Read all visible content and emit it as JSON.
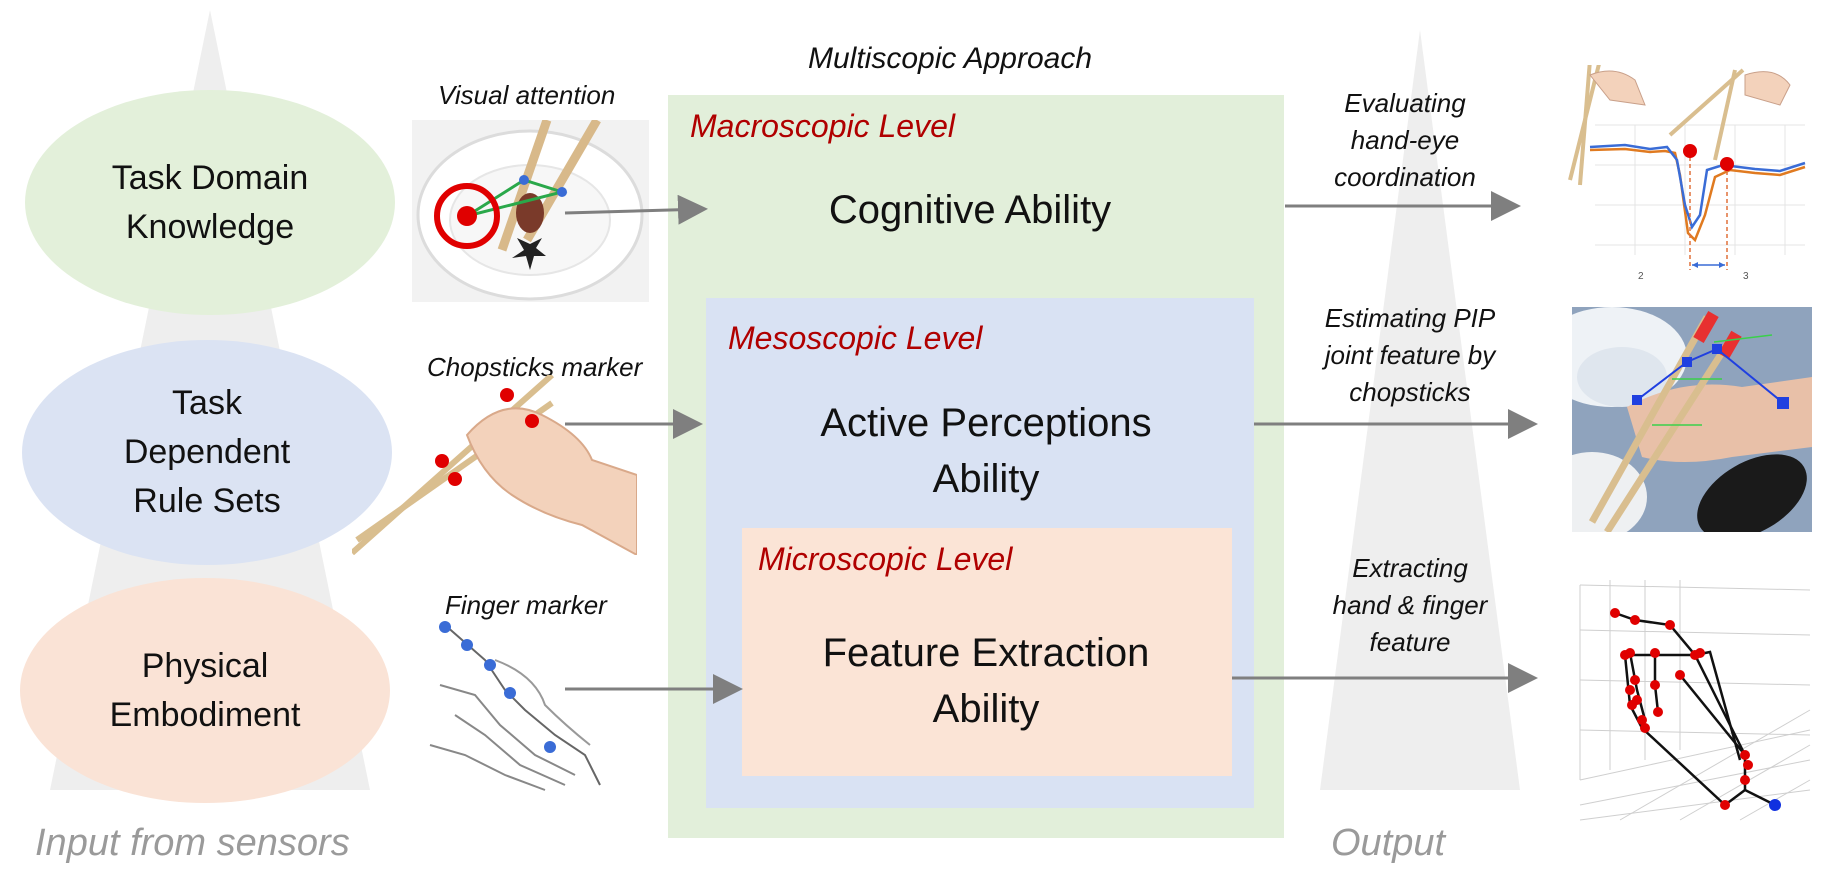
{
  "title": "Multiscopic Approach",
  "inputs": [
    {
      "label": "Task Domain\nKnowledge",
      "color": "#e3f0da"
    },
    {
      "label": "Task\nDependent\nRule Sets",
      "color": "#dbe3f3"
    },
    {
      "label": "Physical\nEmbodiment",
      "color": "#fae3d6"
    }
  ],
  "sensor_labels": {
    "visual": "Visual attention",
    "chopsticks": "Chopsticks marker",
    "finger": "Finger marker"
  },
  "levels": {
    "macro": {
      "name": "Macroscopic Level",
      "ability": "Cognitive Ability",
      "color": "#e2efda"
    },
    "meso": {
      "name": "Mesoscopic Level",
      "ability": "Active Perceptions\nAbility",
      "color": "#d9e2f3"
    },
    "micro": {
      "name": "Microscopic Level",
      "ability": "Feature Extraction\nAbility",
      "color": "#fbe4d6"
    }
  },
  "outputs": [
    {
      "label": "Evaluating\nhand-eye\ncoordination"
    },
    {
      "label": "Estimating PIP\njoint feature by\nchopsticks"
    },
    {
      "label": "Extracting\nhand & finger\nfeature"
    }
  ],
  "plot_ticks": [
    "2",
    "3"
  ],
  "bottom": {
    "input": "Input from sensors",
    "output": "Output"
  },
  "accent_red": "#b00000"
}
